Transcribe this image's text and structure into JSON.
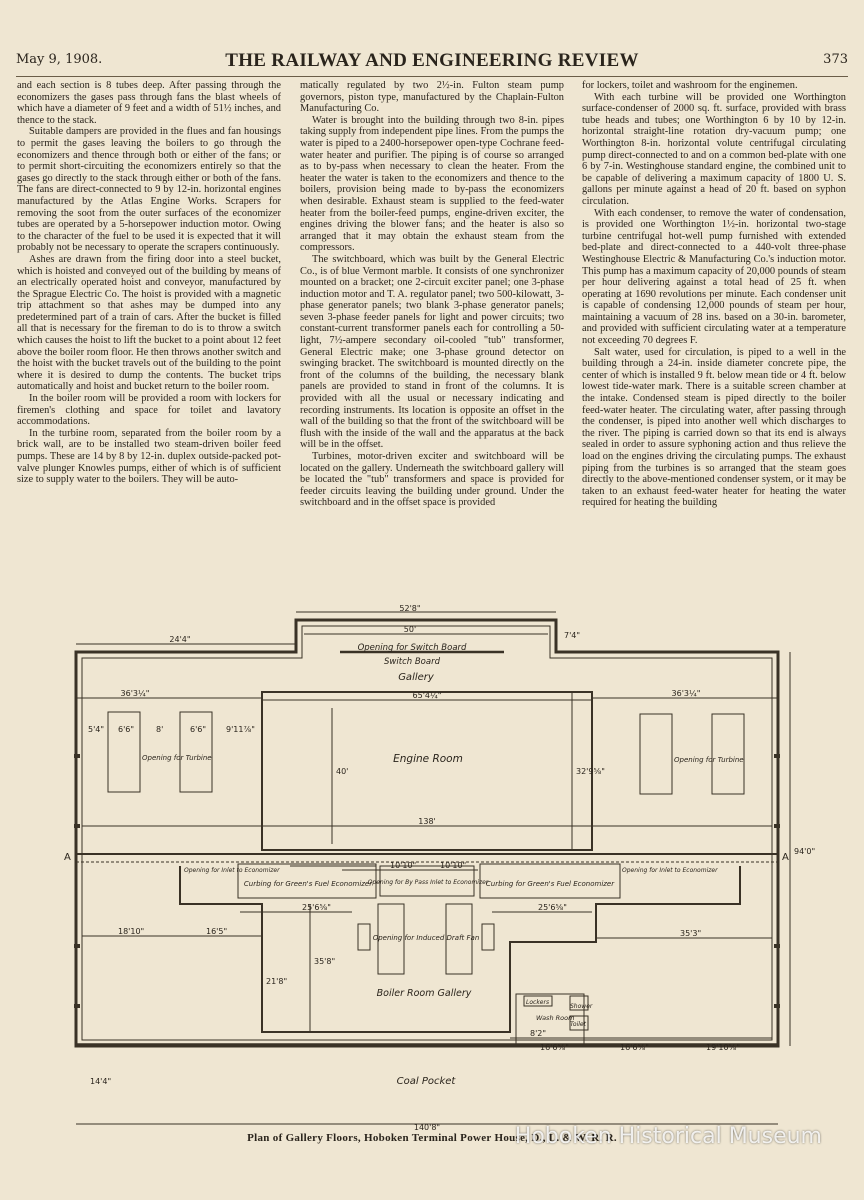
{
  "header": {
    "date": "May 9, 1908.",
    "title": "THE RAILWAY AND ENGINEERING REVIEW",
    "page": "373"
  },
  "col1": [
    "and each section is 8 tubes deep. After passing through the economizers the gases pass through fans the blast wheels of which have a diameter of 9 feet and a width of 51½ inches, and thence to the stack.",
    "Suitable dampers are provided in the flues and fan housings to permit the gases leaving the boilers to go through the economizers and thence through both or either of the fans; or to permit short-circuiting the economizers entirely so that the gases go directly to the stack through either or both of the fans. The fans are direct-connected to 9 by 12-in. horizontal engines manufactured by the Atlas Engine Works. Scrapers for removing the soot from the outer surfaces of the economizer tubes are operated by a 5-horsepower induction motor. Owing to the character of the fuel to be used it is expected that it will probably not be necessary to operate the scrapers continuously.",
    "Ashes are drawn from the firing door into a steel bucket, which is hoisted and conveyed out of the building by means of an electrically operated hoist and conveyor, manufactured by the Sprague Electric Co. The hoist is provided with a magnetic trip attachment so that ashes may be dumped into any predetermined part of a train of cars. After the bucket is filled all that is necessary for the fireman to do is to throw a switch which causes the hoist to lift the bucket to a point about 12 feet above the boiler room floor. He then throws another switch and the hoist with the bucket travels out of the building to the point where it is desired to dump the contents. The bucket trips automatically and hoist and bucket return to the boiler room.",
    "In the boiler room will be provided a room with lockers for firemen's clothing and space for toilet and lavatory accommodations.",
    "In the turbine room, separated from the boiler room by a brick wall, are to be installed two steam-driven boiler feed pumps. These are 14 by 8 by 12-in. duplex outside-packed pot-valve plunger Knowles pumps, either of which is of sufficient size to supply water to the boilers. They will be auto-"
  ],
  "col2": [
    "matically regulated by two 2½-in. Fulton steam pump governors, piston type, manufactured by the Chaplain-Fulton Manufacturing Co.",
    "Water is brought into the building through two 8-in. pipes taking supply from independent pipe lines. From the pumps the water is piped to a 2400-horsepower open-type Cochrane feed-water heater and purifier. The piping is of course so arranged as to by-pass when necessary to clean the heater. From the heater the water is taken to the economizers and thence to the boilers, provision being made to by-pass the economizers when desirable. Exhaust steam is supplied to the feed-water heater from the boiler-feed pumps, engine-driven exciter, the engines driving the blower fans; and the heater is also so arranged that it may obtain the exhaust steam from the compressors.",
    "The switchboard, which was built by the General Electric Co., is of blue Vermont marble. It consists of one synchronizer mounted on a bracket; one 2-circuit exciter panel; one 3-phase induction motor and T. A. regulator panel; two 500-kilowatt, 3-phase generator panels; two blank 3-phase generator panels; seven 3-phase feeder panels for light and power circuits; two constant-current transformer panels each for controlling a 50-light, 7½-ampere secondary oil-cooled \"tub\" transformer, General Electric make; one 3-phase ground detector on swinging bracket. The switchboard is mounted directly on the front of the columns of the building, the necessary blank panels are provided to stand in front of the columns. It is provided with all the usual or necessary indicating and recording instruments. Its location is opposite an offset in the wall of the building so that the front of the switchboard will be flush with the inside of the wall and the apparatus at the back will be in the offset.",
    "Turbines, motor-driven exciter and switchboard will be located on the gallery. Underneath the switchboard gallery will be located the \"tub\" transformers and space is provided for feeder circuits leaving the building under ground. Under the switchboard and in the offset space is provided"
  ],
  "col3": [
    "for lockers, toilet and washroom for the enginemen.",
    "With each turbine will be provided one Worthington surface-condenser of 2000 sq. ft. surface, provided with brass tube heads and tubes; one Worthington 6 by 10 by 12-in. horizontal straight-line rotation dry-vacuum pump; one Worthington 8-in. horizontal volute centrifugal circulating pump direct-connected to and on a common bed-plate with one 6 by 7-in. Westinghouse standard engine, the combined unit to be capable of delivering a maximum capacity of 1800 U. S. gallons per minute against a head of 20 ft. based on syphon circulation.",
    "With each condenser, to remove the water of condensation, is provided one Worthington 1½-in. horizontal two-stage turbine centrifugal hot-well pump furnished with extended bed-plate and direct-connected to a 440-volt three-phase Westinghouse Electric & Manufacturing Co.'s induction motor. This pump has a maximum capacity of 20,000 pounds of steam per hour delivering against a total head of 25 ft. when operating at 1690 revolutions per minute. Each condenser unit is capable of condensing 12,000 pounds of steam per hour, maintaining a vacuum of 28 ins. based on a 30-in. barometer, and provided with sufficient circulating water at a temperature not exceeding 70 degrees F.",
    "Salt water, used for circulation, is piped to a well in the building through a 24-in. inside diameter concrete pipe, the center of which is installed 9 ft. below mean tide or 4 ft. below lowest tide-water mark. There is a suitable screen chamber at the intake. Condensed steam is piped directly to the boiler feed-water heater. The circulating water, after passing through the condenser, is piped into another well which discharges to the river. The piping is carried down so that its end is always sealed in order to assure syphoning action and thus relieve the load on the engines driving the circulating pumps. The exhaust piping from the turbines is so arranged that the steam goes directly to the above-mentioned condenser system, or it may be taken to an exhaust feed-water heater for heating the water required for heating the building"
  ],
  "plan": {
    "dim_top": "52'8\"",
    "dim_50": "50'",
    "dim_24": "24'4\"",
    "dim_74": "7'4\"",
    "opening_switchboard": "Opening for Switch Board",
    "switch_board": "Switch Board",
    "gallery": "Gallery",
    "dim_65": "65'4¼\"",
    "dim_36l": "36'3¼\"",
    "dim_36r": "36'3¼\"",
    "dim_54": "5'4\"",
    "dim_66a": "6'6\"",
    "dim_8": "8'",
    "dim_66b": "6'6\"",
    "dim_911": "9'11⅞\"",
    "opening_turbine_l": "Opening for Turbine",
    "opening_turbine_r": "Opening for Turbine",
    "engine_room": "Engine Room",
    "dim_40": "40'",
    "dim_329": "32'9⅝\"",
    "dim_138": "138'",
    "dim_1010a": "10'10\"",
    "dim_1010b": "10'10\"",
    "opening_inlet_l": "Opening for Inlet to Economizer",
    "curbing_l": "Curbing for Green's Fuel Economizer",
    "opening_bypass": "Opening for By Pass Inlet to Economizer",
    "curbing_r": "Curbing for Green's Fuel Economizer",
    "opening_inlet_r": "Opening for Inlet to Economizer",
    "dim_256l": "25'6⅝\"",
    "dim_256r": "25'6⅝\"",
    "dim_1810": "18'10\"",
    "dim_165": "16'5\"",
    "dim_353": "35'3\"",
    "opening_draft": "Opening for Induced Draft Fan",
    "boiler_room": "Boiler Room Gallery",
    "dim_358": "35'8\"",
    "dim_218": "21'8\"",
    "dim_94": "94'0\"",
    "wash_room": "Wash Room",
    "shower": "Shower",
    "toilet": "Toilet",
    "lockers": "Lockers",
    "dim_82": "8'2\"",
    "dim_166a": "16'6⅝\"",
    "dim_166b": "16'6⅝\"",
    "dim_1910": "19'10⅝\"",
    "coal_pocket": "Coal Pocket",
    "dim_144": "14'4\"",
    "dim_140": "140'8\"",
    "section_a1": "A",
    "section_a2": "A"
  },
  "caption": "Plan of Gallery Floors, Hoboken Terminal Power House, D., L. & W. R. R.",
  "watermark": "Hoboken Historical Museum"
}
